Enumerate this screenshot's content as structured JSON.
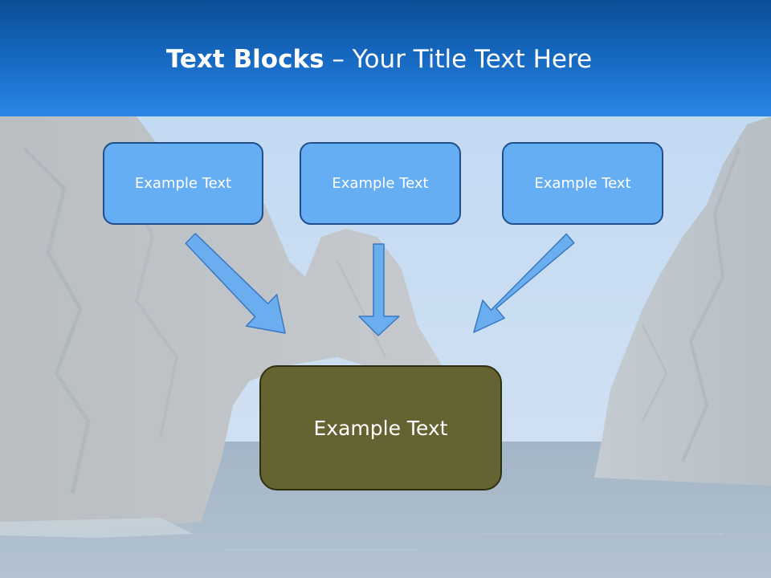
{
  "slide": {
    "title_bold": "Text Blocks",
    "title_dash": " – ",
    "title_rest": "Your Title Text Here"
  },
  "diagram": {
    "top_boxes": [
      {
        "label": "Example Text"
      },
      {
        "label": "Example Text"
      },
      {
        "label": "Example Text"
      }
    ],
    "center_box": {
      "label": "Example Text"
    }
  },
  "colors": {
    "header_blue": "#1566bd",
    "box_blue": "#66aef4",
    "box_border": "#1f4f8a",
    "center_box_olive": "#666333",
    "arrow_blue": "#6aaef0"
  }
}
